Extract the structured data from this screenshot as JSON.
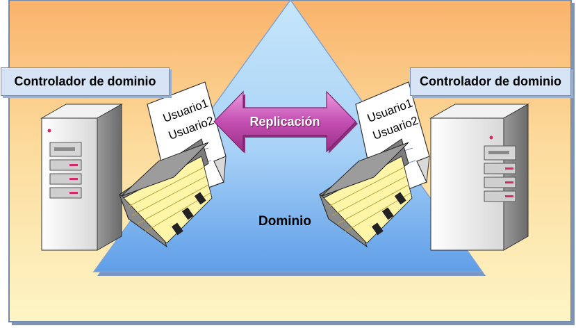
{
  "labels": {
    "left_controller": "Controlador de dominio",
    "right_controller": "Controlador de dominio",
    "replication": "Replicación",
    "domain": "Dominio"
  },
  "documents": {
    "left": {
      "line1": "Usuario1",
      "line2": "Usuario2"
    },
    "right": {
      "line1": "Usuario1",
      "line2": "Usuario2"
    }
  },
  "colors": {
    "background_top": "#f9b36b",
    "background_bottom": "#fdf5c6",
    "frame": "#6e89ad",
    "triangle_top": "#b9dff8",
    "triangle_bottom": "#5f9ee8",
    "arrow": "#c44fb3",
    "label_box": "#d6e4f5"
  }
}
